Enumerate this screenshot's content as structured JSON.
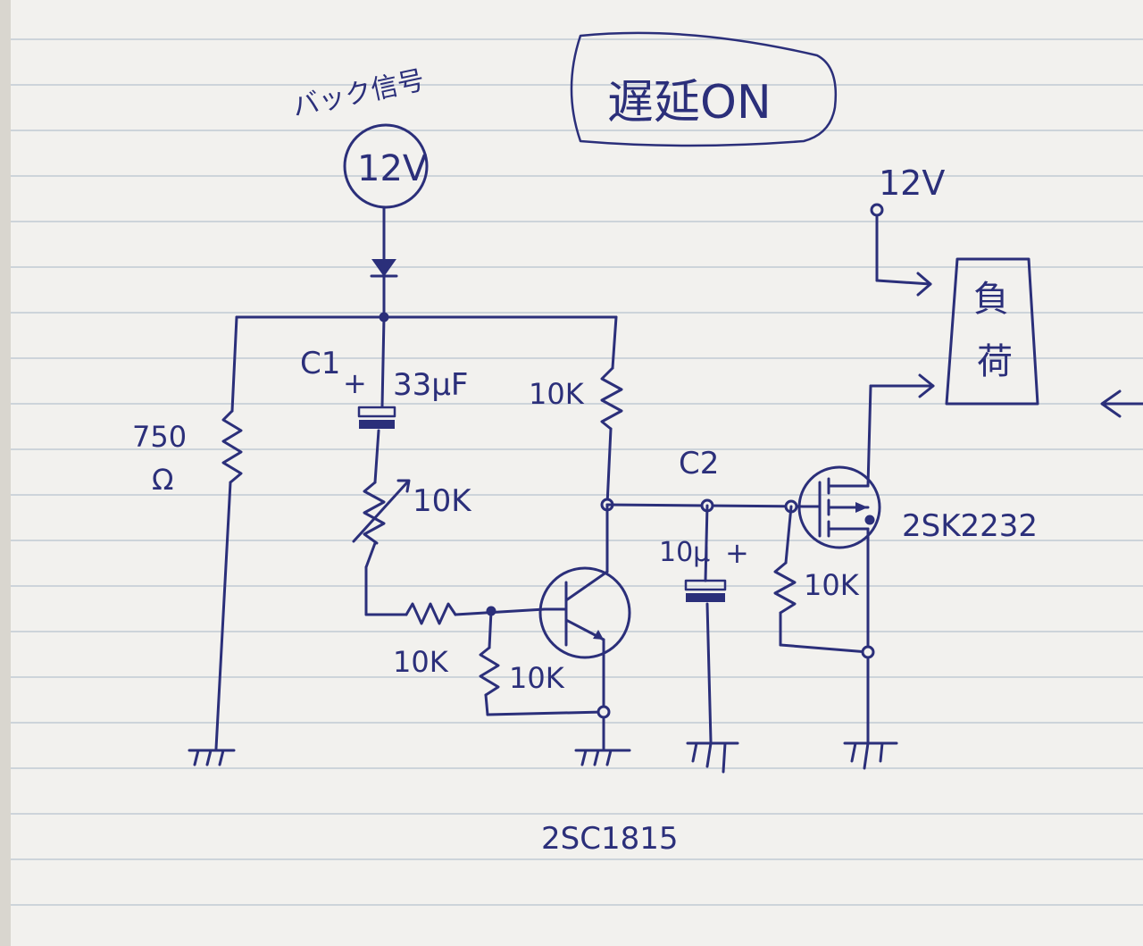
{
  "title": "遅延ON",
  "input_signal": {
    "caption": "バック信号",
    "voltage": "12V"
  },
  "supply": {
    "voltage": "12V"
  },
  "components": {
    "c1": {
      "ref": "C1",
      "polarity": "+",
      "value": "33μF"
    },
    "r_750": {
      "value": "750",
      "unit": "Ω"
    },
    "r_top": {
      "value": "10K"
    },
    "vr": {
      "value": "10K"
    },
    "r_base": {
      "value": "10K"
    },
    "r_be": {
      "value": "10K"
    },
    "c2": {
      "ref": "C2",
      "value": "10μ",
      "polarity": "+"
    },
    "r_gate": {
      "value": "10K"
    },
    "transistor": {
      "part": "2SC1815"
    },
    "mosfet": {
      "part": "2SK2232"
    }
  },
  "load": {
    "label_line1": "負",
    "label_line2": "荷"
  },
  "colors": {
    "ink": "#2b2f7a",
    "paper": "#f2f1ee",
    "rule": "#b7c2cf"
  }
}
